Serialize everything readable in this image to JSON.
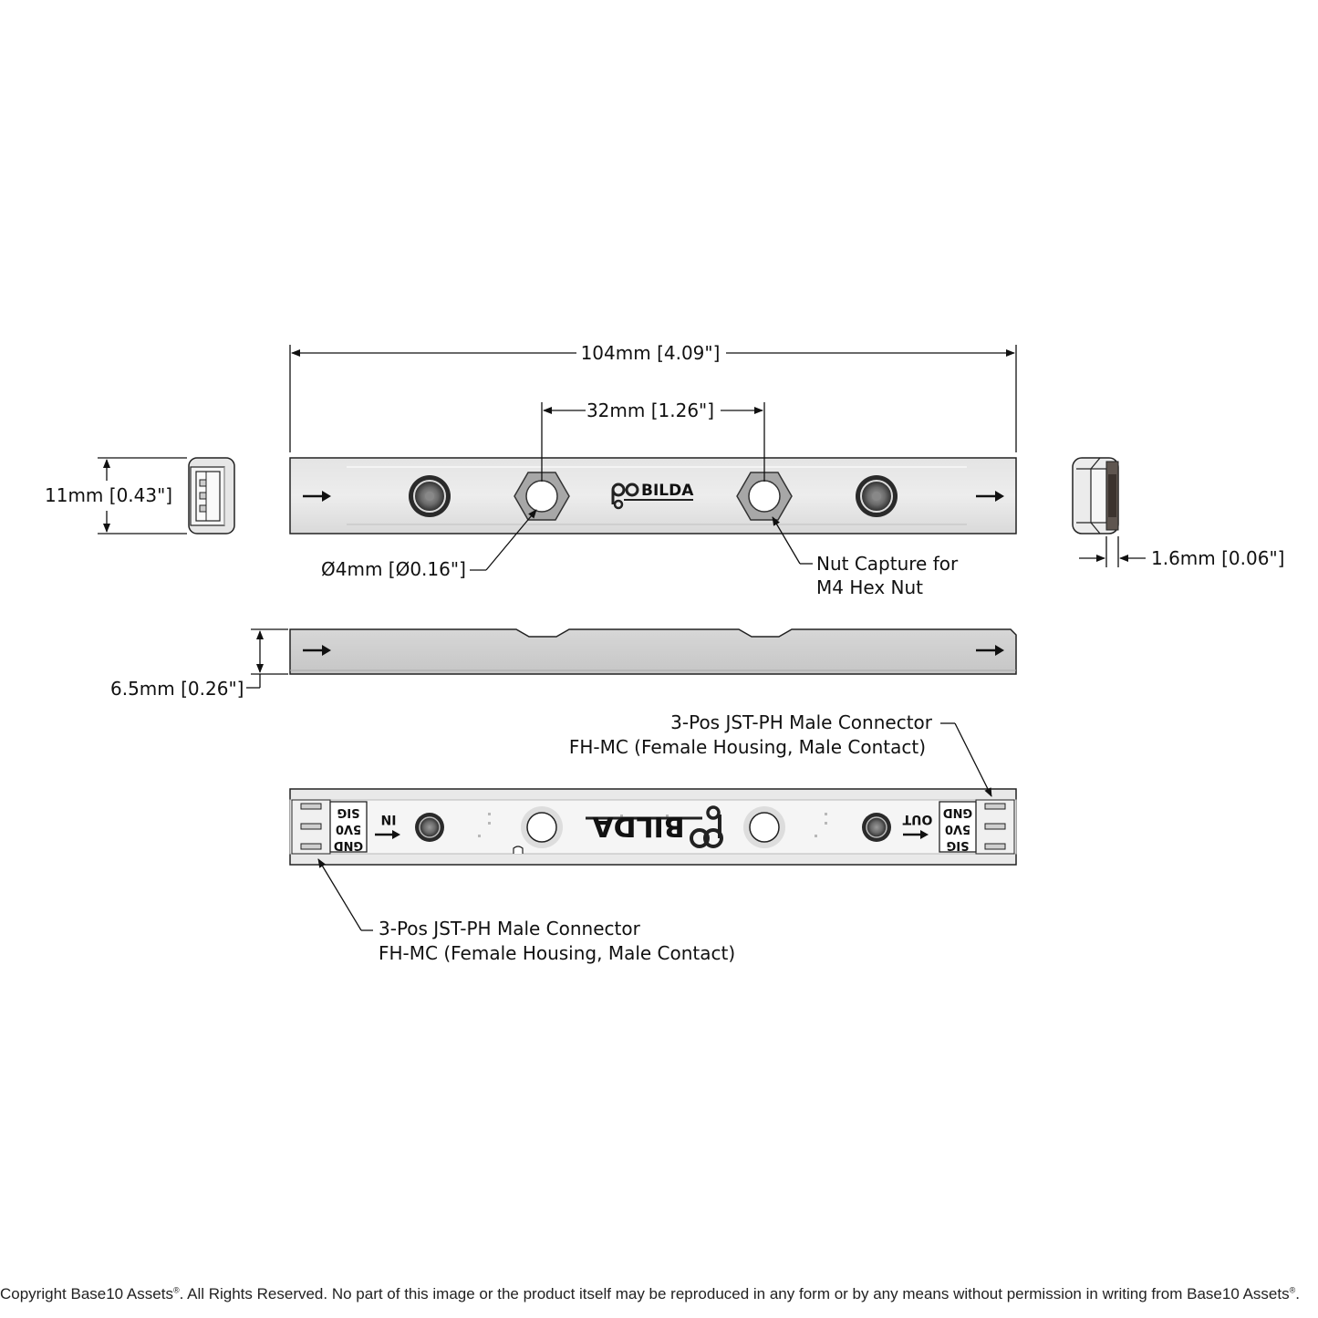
{
  "dimensions": {
    "overall_length": "104mm [4.09\"]",
    "hole_spacing": "32mm [1.26\"]",
    "height": "11mm [0.43\"]",
    "thickness": "6.5mm [0.26\"]",
    "plate_thickness": "1.6mm [0.06\"]",
    "hole_diameter": "Ø4mm [Ø0.16\"]"
  },
  "callouts": {
    "nut_capture_line1": "Nut Capture for",
    "nut_capture_line2": "M4 Hex Nut",
    "connector_top_line1": "3-Pos JST-PH Male Connector",
    "connector_top_line2": "FH-MC (Female Housing, Male Contact)",
    "connector_bottom_line1": "3-Pos JST-PH Male Connector",
    "connector_bottom_line2": "FH-MC (Female Housing, Male Contact)"
  },
  "pcb_labels": {
    "pin_sig": "SIG",
    "pin_5v0": "5V0",
    "pin_gnd": "GND",
    "input": "IN",
    "output": "OUT"
  },
  "brand": {
    "logo_text": "BILDA"
  },
  "copyright": {
    "part1": "Copyright Base10 Assets",
    "mark1": "®",
    "part2": ".  All Rights Reserved. No part of this image or the product itself may be reproduced in any form or by any means without permission in writing from Base10 Assets",
    "mark2": "®",
    "part3": "."
  }
}
